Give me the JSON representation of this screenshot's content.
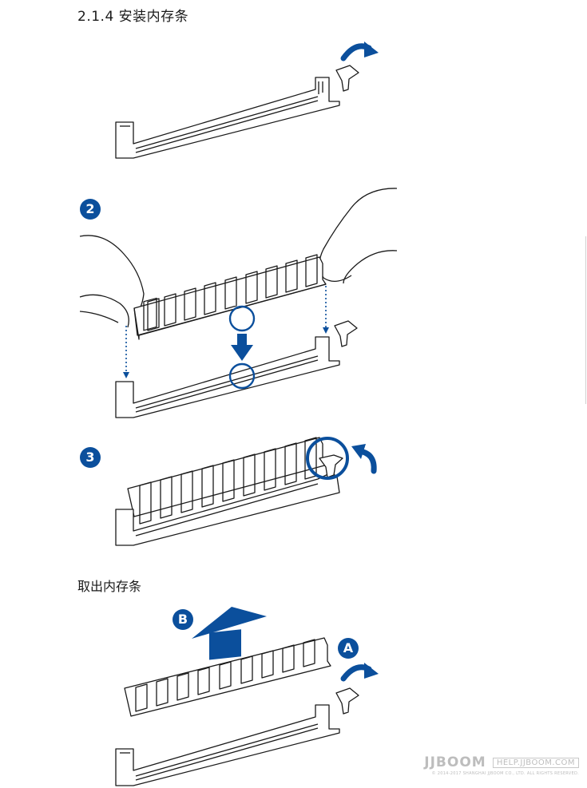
{
  "section": {
    "title": "2.1.4 安装内存条",
    "subtitle": "取出内存条"
  },
  "steps": {
    "step2": "2",
    "step3": "3",
    "stepA": "A",
    "stepB": "B"
  },
  "watermark": {
    "brand": "JJBOOM",
    "site": "HELP.JJBOOM.COM",
    "copyright": "© 2014-2017 SHANGHAI JJBOOM CO., LTD. ALL RIGHTS RESERVED."
  },
  "colors": {
    "accent_blue": "#0b4f9c",
    "line": "#1a1a1a"
  }
}
